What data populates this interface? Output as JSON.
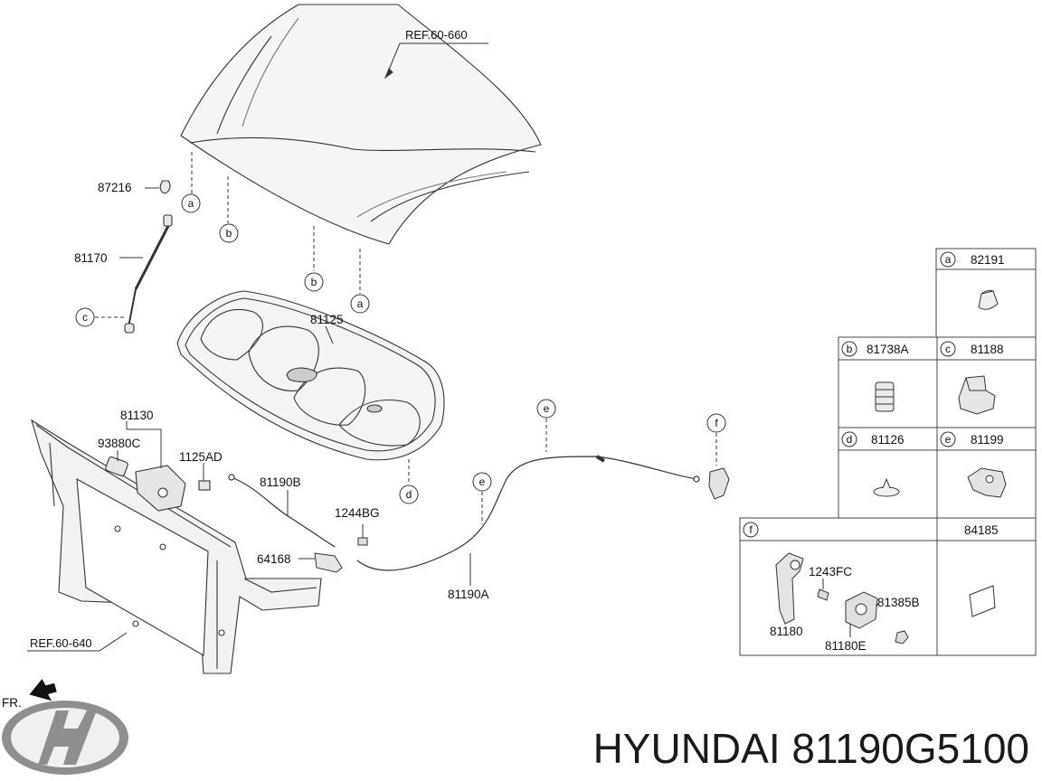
{
  "refs": {
    "hood": "REF.60-660",
    "carrier": "REF.60-640"
  },
  "front_marker": "FR.",
  "parts": {
    "p87216": "87216",
    "p81170": "81170",
    "p81125": "81125",
    "p81130": "81130",
    "p93880C": "93880C",
    "p1125AD": "1125AD",
    "p81190B": "81190B",
    "p1244BG": "1244BG",
    "p64168": "64168",
    "p81190A": "81190A"
  },
  "callouts": {
    "a": "a",
    "b": "b",
    "c": "c",
    "d": "d",
    "e": "e",
    "f": "f"
  },
  "legend": {
    "a": {
      "letter": "a",
      "part": "82191"
    },
    "b": {
      "letter": "b",
      "part": "81738A"
    },
    "c": {
      "letter": "c",
      "part": "81188"
    },
    "d": {
      "letter": "d",
      "part": "81126"
    },
    "e": {
      "letter": "e",
      "part": "81199"
    },
    "f": {
      "letter": "f",
      "part": "84185"
    },
    "f_parts": {
      "p1243FC": "1243FC",
      "p81385B": "81385B",
      "p81180": "81180",
      "p81180E": "81180E"
    }
  },
  "brand_title": "HYUNDAI 81190G5100",
  "colors": {
    "line": "#333333",
    "hood_fill": "#f4f4f4",
    "logo": "#9a9a9a"
  }
}
